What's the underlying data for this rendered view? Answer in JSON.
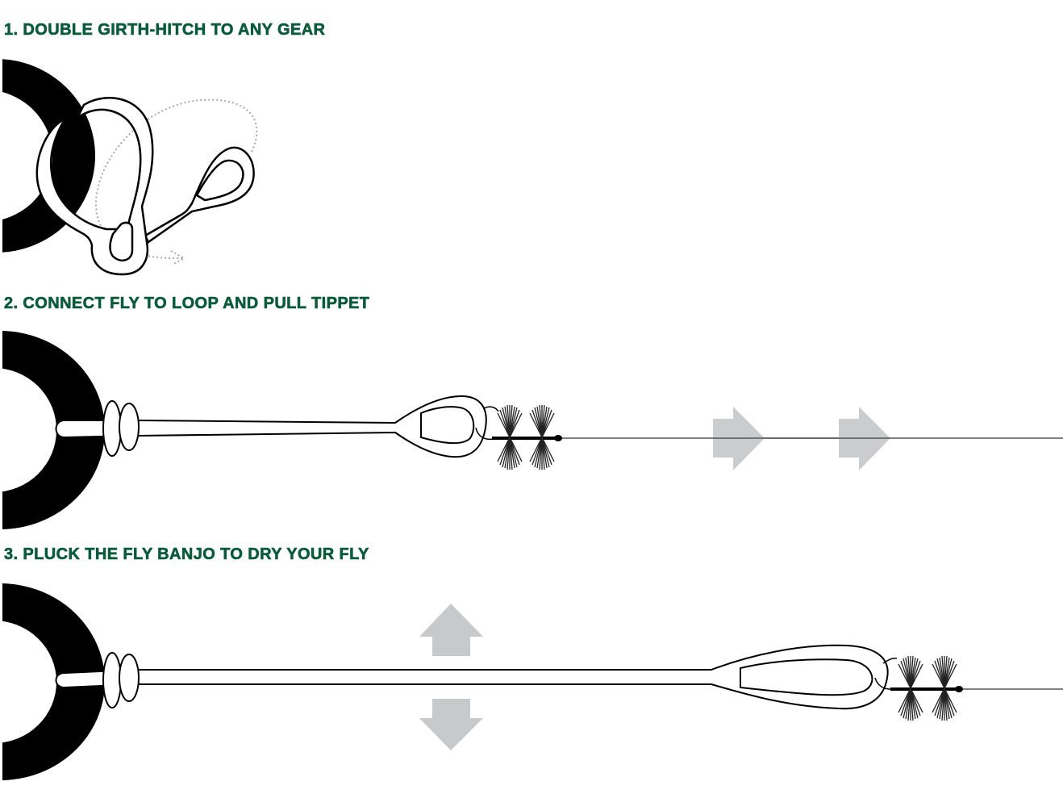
{
  "steps": [
    {
      "number": "1",
      "title": "1. DOUBLE GIRTH-HITCH TO ANY GEAR",
      "illustration": "girth-hitch-loop-around-ring"
    },
    {
      "number": "2",
      "title": "2. CONNECT FLY TO LOOP AND PULL TIPPET",
      "illustration": "fly-attached-to-loop-with-pull-arrows"
    },
    {
      "number": "3",
      "title": "3. PLUCK THE FLY BANJO TO DRY YOUR FLY",
      "illustration": "plucking-line-with-up-down-arrows"
    }
  ],
  "colors": {
    "title_green": "#0b5a3c",
    "ring_black": "#000000",
    "arrow_gray": "#c8c9cb",
    "line_gray": "#555555",
    "dotted_gray": "#a9a9a9"
  },
  "icons": {
    "step2_arrows": [
      "arrow-right-icon",
      "arrow-right-icon"
    ],
    "step3_arrows": [
      "arrow-up-icon",
      "arrow-down-icon"
    ]
  }
}
